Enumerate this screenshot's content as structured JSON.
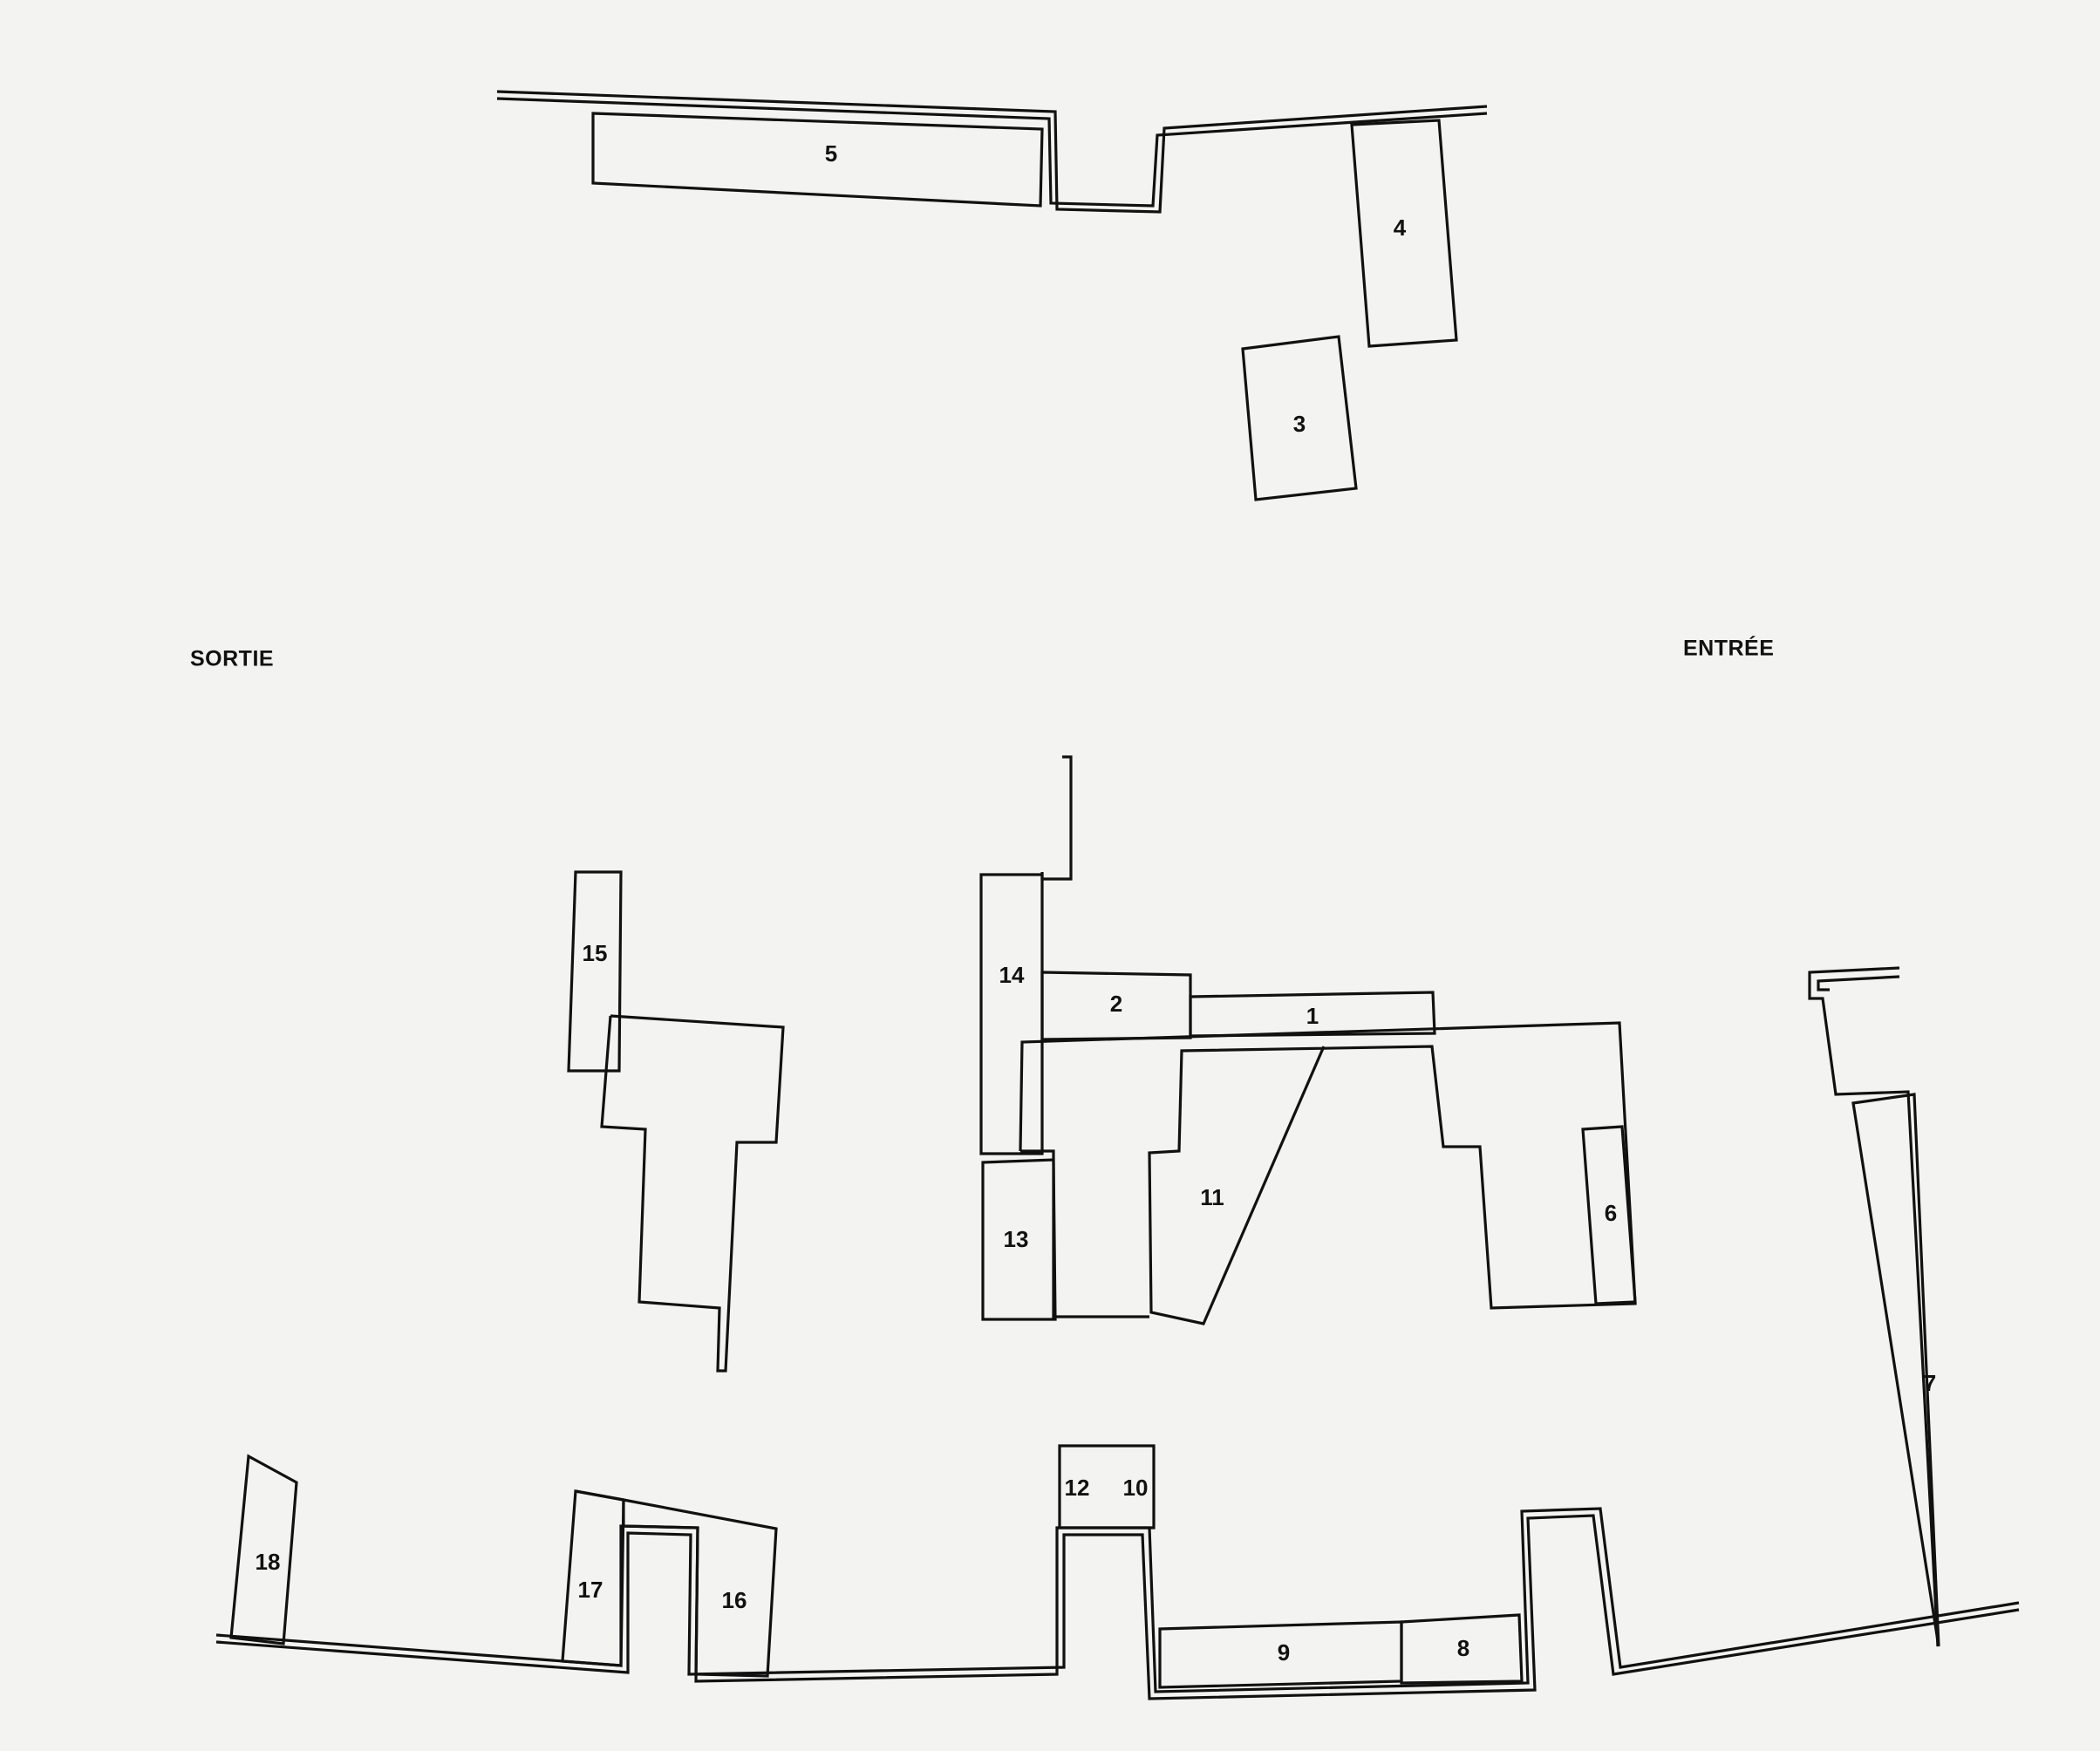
{
  "plan": {
    "exit_label": "SORTIE",
    "entrance_label": "ENTRÉE",
    "zones": [
      "1",
      "2",
      "3",
      "4",
      "5",
      "6",
      "7",
      "8",
      "9",
      "10",
      "11",
      "12",
      "13",
      "14",
      "15",
      "16",
      "17",
      "18"
    ]
  },
  "colors": {
    "ink": "#111111",
    "paper": "#f3f3f1"
  }
}
